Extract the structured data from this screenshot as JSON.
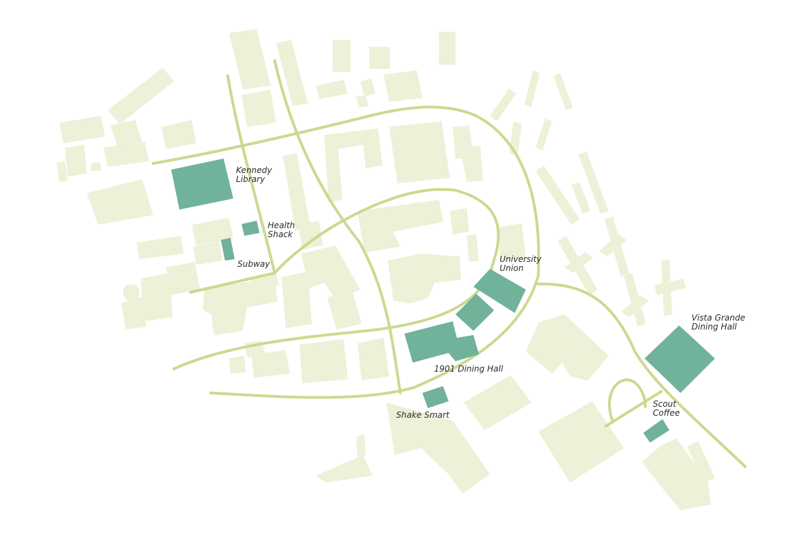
{
  "map": {
    "colors": {
      "background": "#ffffff",
      "building": "#ecf1d8",
      "highlight": "#71b29b",
      "road": "#cbd98f",
      "label": "#2a2a2a"
    },
    "places": [
      {
        "id": "kennedy-library",
        "lines": [
          "Kennedy",
          "Library"
        ]
      },
      {
        "id": "health-shack",
        "lines": [
          "Health",
          "Shack"
        ]
      },
      {
        "id": "subway",
        "lines": [
          "Subway"
        ]
      },
      {
        "id": "university-union",
        "lines": [
          "University",
          "Union"
        ]
      },
      {
        "id": "1901-dining-hall",
        "lines": [
          "1901 Dining Hall"
        ]
      },
      {
        "id": "shake-smart",
        "lines": [
          "Shake Smart"
        ]
      },
      {
        "id": "vista-grande-dining-hall",
        "lines": [
          "Vista Grande",
          "Dining Hall"
        ]
      },
      {
        "id": "scout-coffee",
        "lines": [
          "Scout",
          "Coffee"
        ]
      }
    ]
  }
}
